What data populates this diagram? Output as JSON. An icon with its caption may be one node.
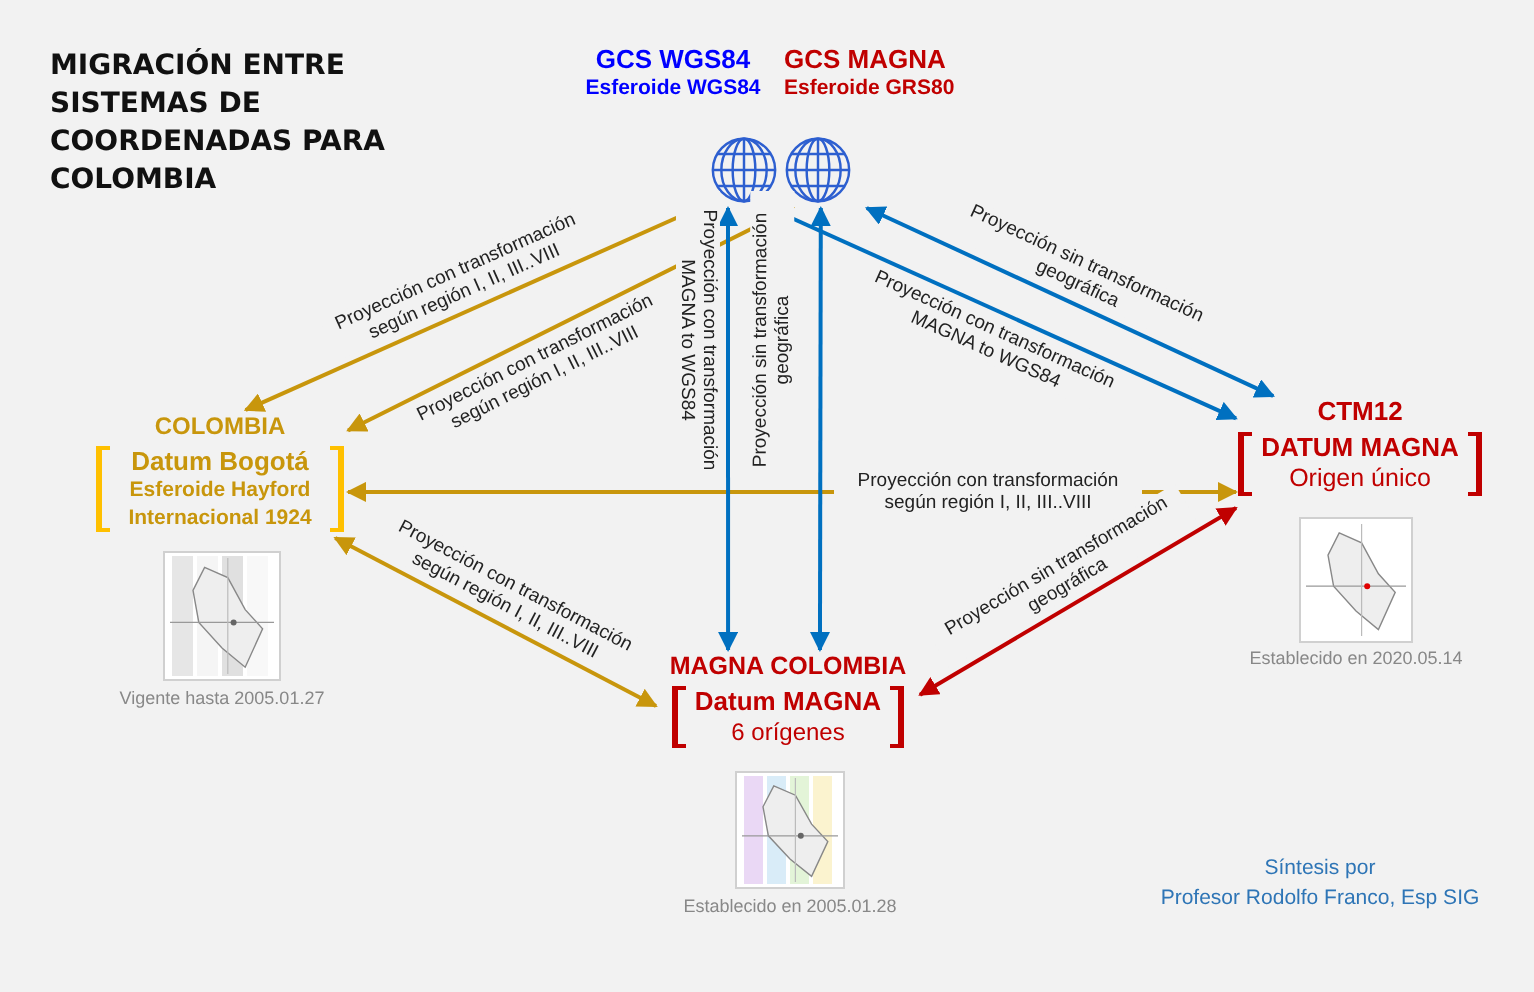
{
  "diagram": {
    "title": "MIGRACIÓN ENTRE SISTEMAS DE COORDENADAS PARA COLOMBIA",
    "nodes": [
      {
        "text": [
          "GCS WGS84",
          "Esferoide WGS84"
        ]
      },
      {
        "text": [
          "GCS MAGNA",
          "Esferoide GRS80"
        ]
      },
      {
        "text": [
          "COLOMBIA",
          "Datum Bogotá",
          "Esferoide Hayford Internacional 1924"
        ]
      },
      {
        "text": [
          "CTM12",
          "DATUM MAGNA",
          "Origen único"
        ]
      },
      {
        "text": [
          "MAGNA COLOMBIA",
          "Datum MAGNA",
          "6 orígenes"
        ]
      }
    ],
    "edges": [
      {
        "from": 0,
        "to": 2,
        "arrow": "both",
        "label": "Proyección con transformación según región I, II, III..VIII"
      },
      {
        "from": 1,
        "to": 2,
        "arrow": "both",
        "label": "Proyección con transformación según región I, II, III..VIII"
      },
      {
        "from": 2,
        "to": 3,
        "arrow": "both",
        "label": "Proyección con transformación según región I, II, III..VIII"
      },
      {
        "from": 2,
        "to": 4,
        "arrow": "both",
        "label": "Proyección con transformación según región I, II, III..VIII"
      },
      {
        "from": 0,
        "to": 4,
        "arrow": "both",
        "label": "Proyección con transformación MAGNA to WGS84",
        "color": "#0070c0"
      },
      {
        "from": 1,
        "to": 4,
        "arrow": "both",
        "label": "Proyección sin transformación geográfica",
        "color": "#0070c0"
      },
      {
        "from": 0,
        "to": 3,
        "arrow": "both",
        "label": "Proyección con transformación MAGNA to WGS84",
        "color": "#0070c0"
      },
      {
        "from": 1,
        "to": 3,
        "arrow": "both",
        "label": "Proyección sin transformación geográfica",
        "color": "#0070c0"
      },
      {
        "from": 3,
        "to": 4,
        "arrow": "both",
        "label": "Proyección sin transformación geográfica",
        "color": "#c00000"
      }
    ],
    "labels": [
      "Establecido en 2020.05.14",
      "Vigente hasta 2005.01.27",
      "Síntesis por",
      "Establecido en 2005.01.28",
      "Profesor Rodolfo Franco, Esp SIG"
    ]
  }
}
